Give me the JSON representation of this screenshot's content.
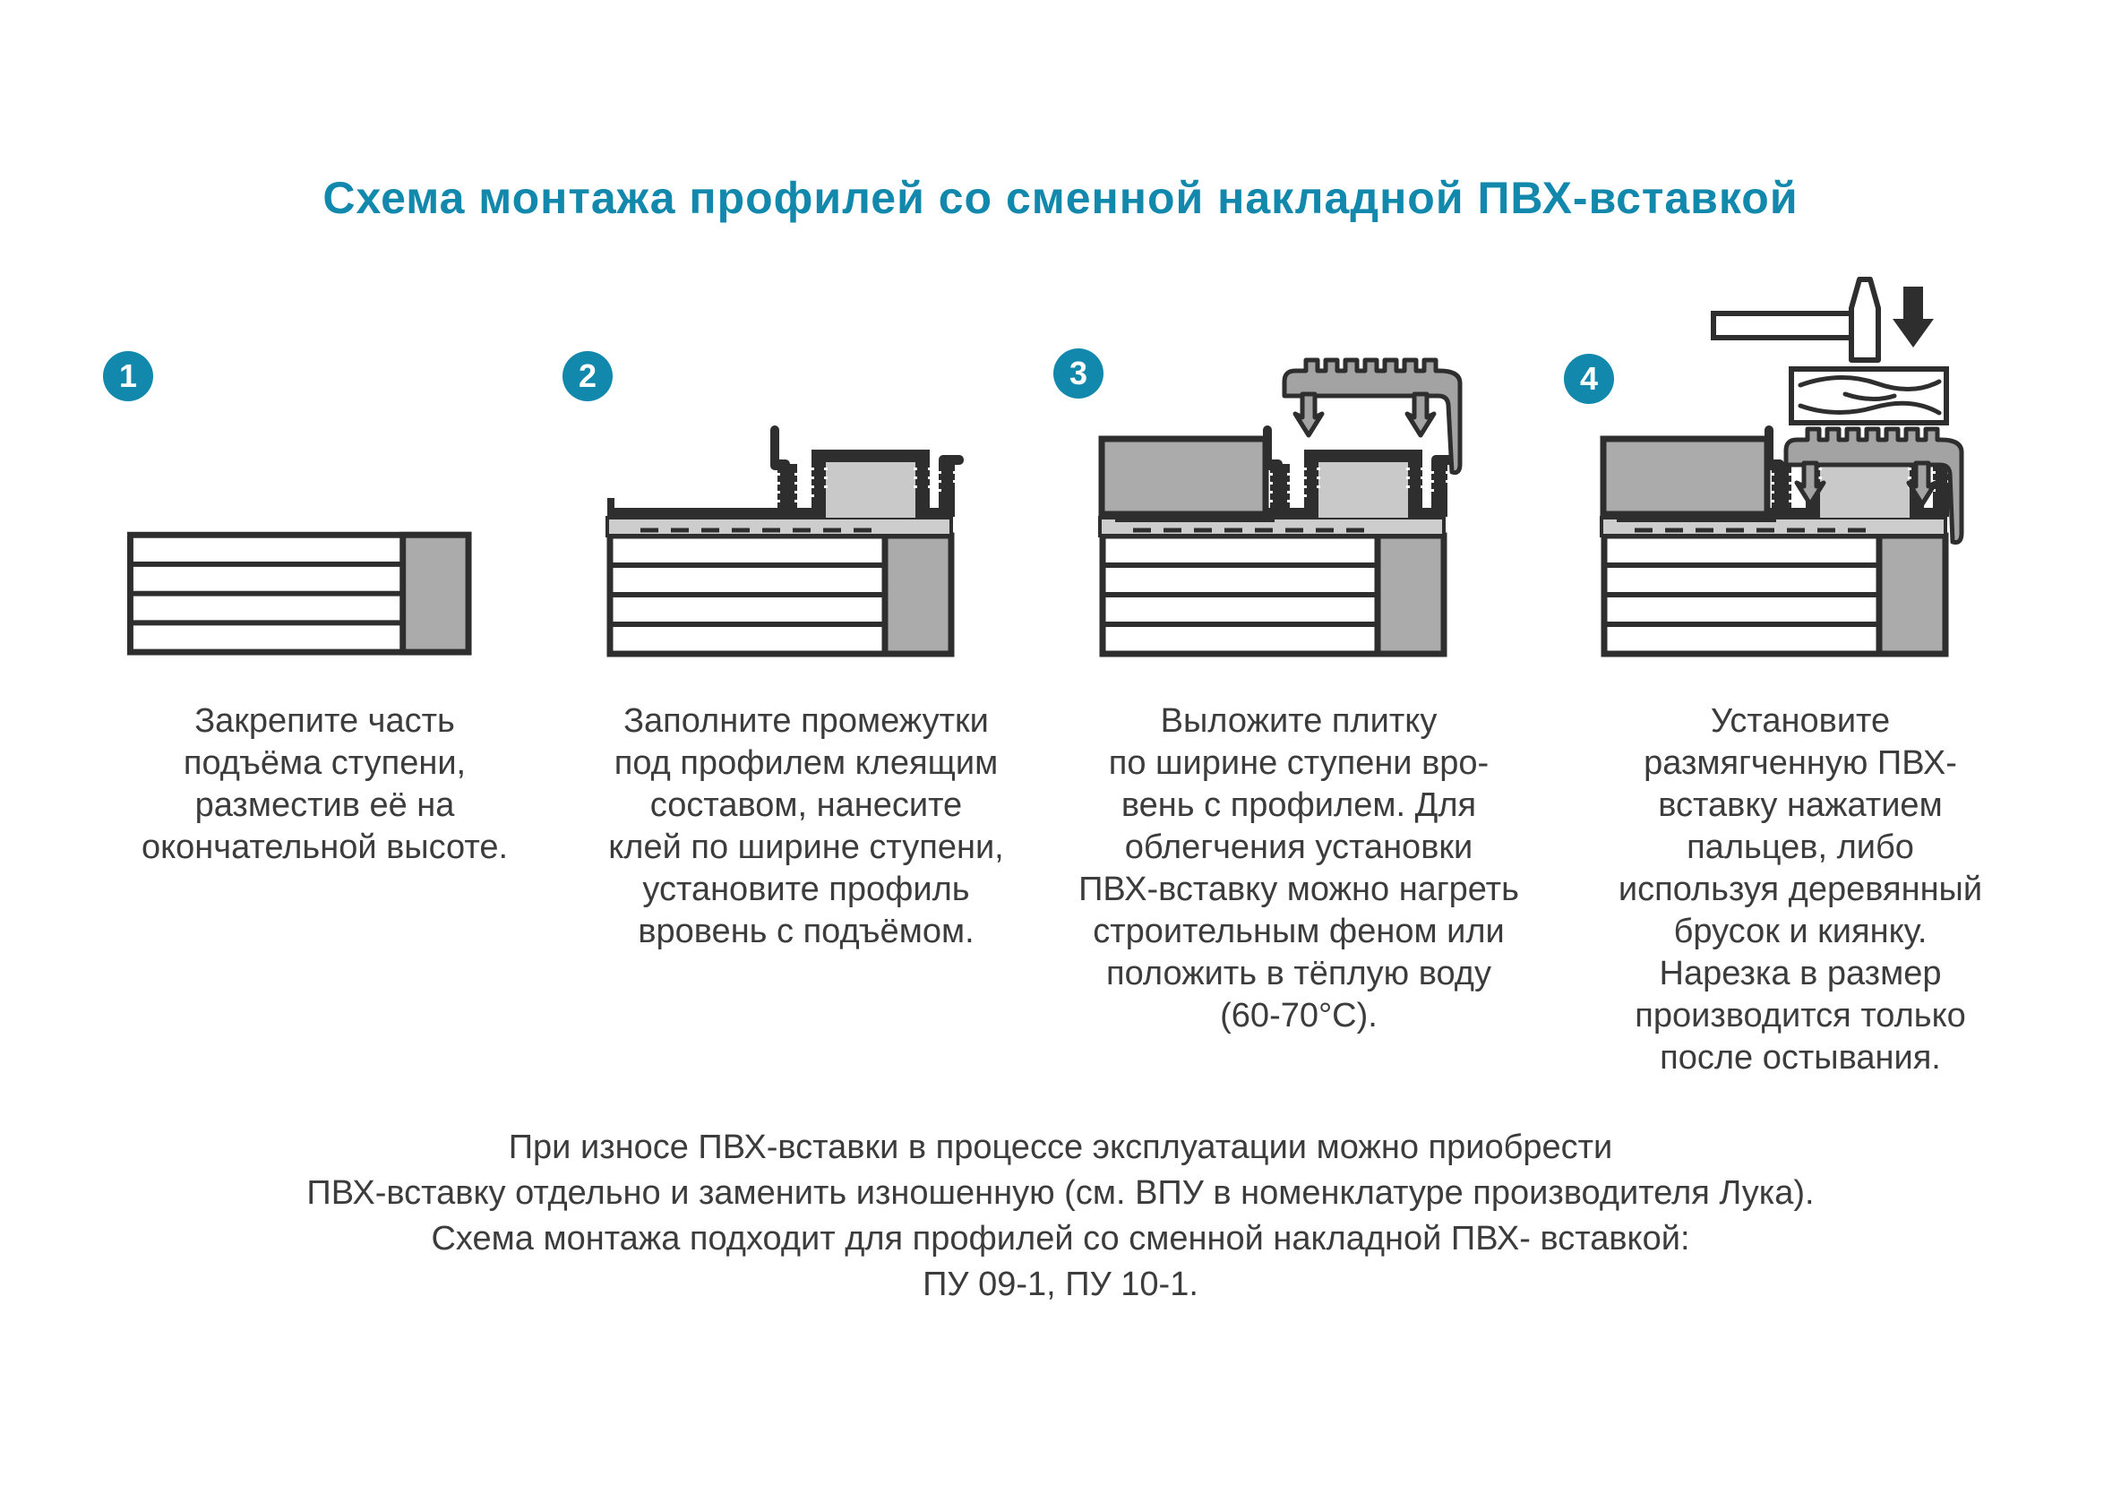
{
  "title": "Схема монтажа профилей со сменной накладной ПВХ-вставкой",
  "colors": {
    "accent": "#1188AC",
    "text": "#3C3C3C",
    "outline": "#2E2E2E",
    "tile_gray": "#ABABAB",
    "adhesive_gray": "#CDCDCD",
    "insert_gray": "#A3A3A3"
  },
  "steps": [
    {
      "number": "1",
      "diagram_icon": "stair-riser-icon",
      "caption_lines": [
        "Закрепите часть",
        "подъёма ступени,",
        "разместив её на",
        "окончательной высоте."
      ]
    },
    {
      "number": "2",
      "diagram_icon": "profile-glued-on-stair-icon",
      "caption_lines": [
        "Заполните промежутки",
        "под профилем клеящим",
        "составом, нанесите",
        "клей по ширине ступени,",
        "установите профиль",
        "вровень с подъёмом."
      ]
    },
    {
      "number": "3",
      "diagram_icon": "tile-and-pvc-insert-icon",
      "caption_lines": [
        "Выложите плитку",
        "по ширине ступени вро-",
        "вень с профилем. Для",
        "облегчения установки",
        "ПВХ-вставку можно нагреть",
        "строительным феном или",
        "положить в тёплую воду",
        "(60-70°С)."
      ]
    },
    {
      "number": "4",
      "diagram_icon": "mallet-wood-block-install-icon",
      "caption_lines": [
        "Установите",
        "размягченную ПВХ-",
        "вставку нажатием",
        "пальцев, либо",
        "используя деревянный",
        "брусок и киянку.",
        "Нарезка в размер",
        "производится только",
        "после остывания."
      ]
    }
  ],
  "footer": {
    "lines": [
      "При износе ПВХ-вставки в процессе эксплуатации можно приобрести",
      "ПВХ-вставку отдельно и заменить изношенную (см. ВПУ в номенклатуре производителя Лука).",
      "Схема монтажа подходит для профилей со сменной накладной ПВХ- вставкой:",
      "ПУ 09-1, ПУ 10-1."
    ]
  }
}
